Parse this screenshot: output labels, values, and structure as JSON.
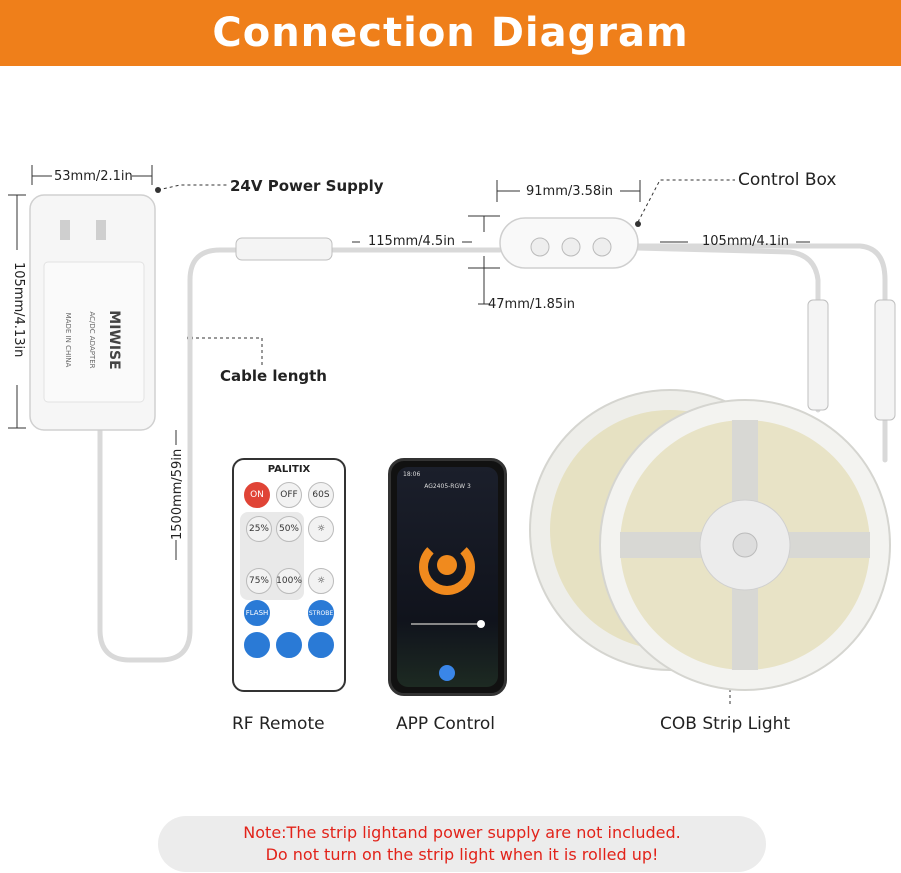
{
  "title": "Connection Diagram",
  "labels": {
    "power_supply": "24V Power Supply",
    "control_box": "Control Box",
    "cable_length": "Cable length",
    "rf_remote": "RF Remote",
    "app_control": "APP Control",
    "cob_strip": "COB Strip Light"
  },
  "dimensions": {
    "adapter_width": "53mm/2.1in",
    "adapter_height": "105mm/4.13in",
    "cable_1": "115mm/4.5in",
    "control_box_width": "91mm/3.58in",
    "control_box_height": "47mm/1.85in",
    "cable_2": "105mm/4.1in",
    "cable_long": "1500mm/59in"
  },
  "adapter": {
    "brand": "MIWISE",
    "line1": "AC/DC ADAPTER",
    "line2": "MADE IN CHINA"
  },
  "remote": {
    "brand": "PALITIX",
    "buttons": [
      "ON",
      "OFF",
      "60S",
      "25%",
      "50%",
      "75%",
      "100%",
      "FLASH",
      "STROBE"
    ]
  },
  "phone": {
    "time": "18:06",
    "device": "AG2405-RGW 3"
  },
  "note": {
    "line1": "Note:The  strip lightand power supply are not included.",
    "line2": "Do not turn on the strip light when it is rolled up!"
  },
  "colors": {
    "banner": "#ef7f1a",
    "note_text": "#e2231a",
    "app_accent": "#f08a1e"
  }
}
